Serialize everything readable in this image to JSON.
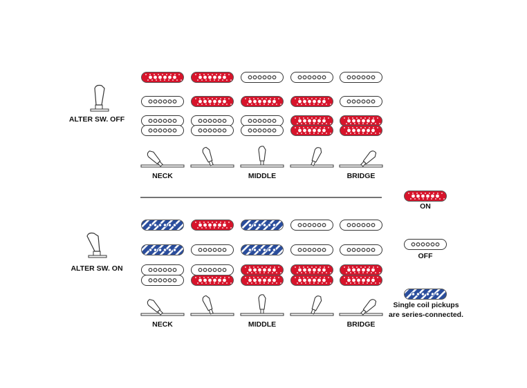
{
  "colors": {
    "on": "#d7142b",
    "series": "#2a4d9c",
    "off_fill": "#ffffff",
    "outline": "#333333"
  },
  "panels": [
    {
      "switch_label": "ALTER SW. OFF",
      "position_labels": [
        "NECK",
        "MIDDLE",
        "BRIDGE"
      ],
      "columns": [
        {
          "neck": "on",
          "middle": "off",
          "bridge": [
            "off",
            "off"
          ]
        },
        {
          "neck": "on",
          "middle": "on",
          "bridge": [
            "off",
            "off"
          ]
        },
        {
          "neck": "off",
          "middle": "on",
          "bridge": [
            "off",
            "off"
          ]
        },
        {
          "neck": "off",
          "middle": "on",
          "bridge": [
            "on",
            "on"
          ]
        },
        {
          "neck": "off",
          "middle": "off",
          "bridge": [
            "on",
            "on"
          ]
        }
      ]
    },
    {
      "switch_label": "ALTER SW. ON",
      "position_labels": [
        "NECK",
        "MIDDLE",
        "BRIDGE"
      ],
      "columns": [
        {
          "neck": "series",
          "middle": "series",
          "bridge": [
            "off",
            "off"
          ]
        },
        {
          "neck": "on",
          "middle": "off",
          "bridge": [
            "off",
            "on"
          ]
        },
        {
          "neck": "series",
          "middle": "series",
          "bridge": [
            "on",
            "on"
          ]
        },
        {
          "neck": "off",
          "middle": "off",
          "bridge": [
            "on",
            "on"
          ]
        },
        {
          "neck": "off",
          "middle": "off",
          "bridge": [
            "on",
            "on"
          ]
        }
      ]
    }
  ],
  "legend": {
    "on_label": "ON",
    "off_label": "OFF",
    "series_label_1": "Single coil pickups",
    "series_label_2": "are series-connected."
  }
}
